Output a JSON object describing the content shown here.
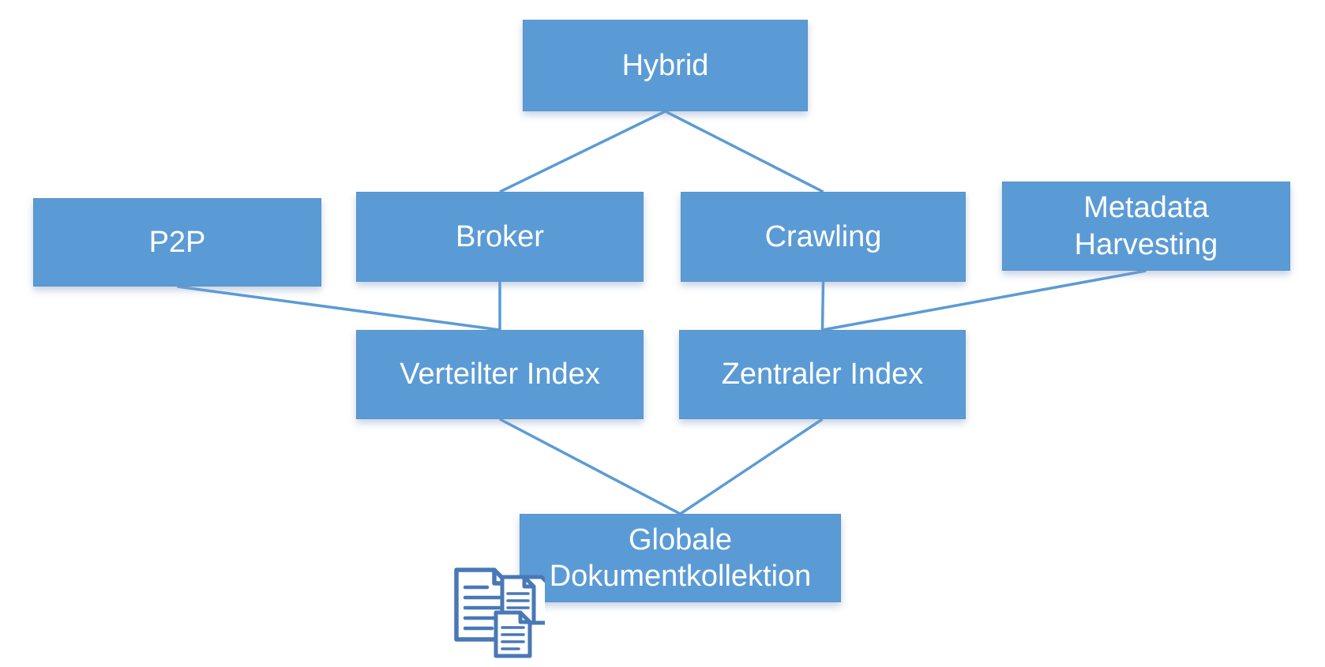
{
  "diagram": {
    "background_color": "#ffffff",
    "node_fill_color": "#5B9BD5",
    "node_text_color": "#ffffff",
    "edge_color": "#5B9BD5",
    "document_icon_color": "#4878B6",
    "nodes": {
      "hybrid": {
        "label": "Hybrid"
      },
      "p2p": {
        "label": "P2P"
      },
      "broker": {
        "label": "Broker"
      },
      "crawling": {
        "label": "Crawling"
      },
      "metadata": {
        "label": "Metadata Harvesting"
      },
      "verteilter": {
        "label": "Verteilter Index"
      },
      "zentraler": {
        "label": "Zentraler Index"
      },
      "globale": {
        "label": "Globale Dokumentkollektion"
      }
    },
    "edges": [
      {
        "from": "hybrid",
        "to": "broker"
      },
      {
        "from": "hybrid",
        "to": "crawling"
      },
      {
        "from": "p2p",
        "to": "verteilter"
      },
      {
        "from": "broker",
        "to": "verteilter"
      },
      {
        "from": "crawling",
        "to": "zentraler"
      },
      {
        "from": "metadata",
        "to": "zentraler"
      },
      {
        "from": "verteilter",
        "to": "globale"
      },
      {
        "from": "zentraler",
        "to": "globale"
      }
    ],
    "icons": [
      {
        "name": "documents-icon",
        "meaning": "stack of three document pages"
      }
    ]
  }
}
